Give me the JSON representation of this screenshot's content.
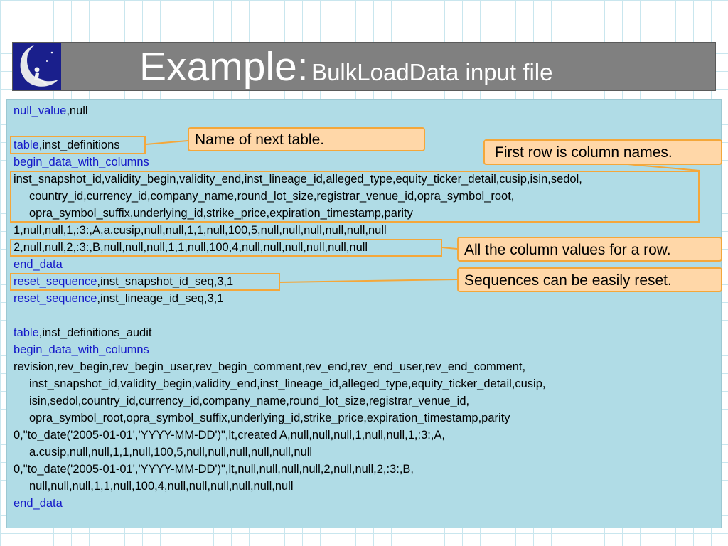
{
  "title": {
    "main": "Example:",
    "sub": "BulkLoadData input file"
  },
  "code_lines": [
    {
      "kw": "null_value",
      "rest": ",null",
      "indent": false
    },
    {
      "kw": "",
      "rest": "",
      "indent": false
    },
    {
      "kw": "table",
      "rest": ",inst_definitions",
      "indent": false
    },
    {
      "kw": "begin_data_with_columns",
      "rest": "",
      "indent": false
    },
    {
      "kw": "",
      "rest": "inst_snapshot_id,validity_begin,validity_end,inst_lineage_id,alleged_type,equity_ticker_detail,cusip,isin,sedol,",
      "indent": false
    },
    {
      "kw": "",
      "rest": "country_id,currency_id,company_name,round_lot_size,registrar_venue_id,opra_symbol_root,",
      "indent": true
    },
    {
      "kw": "",
      "rest": "opra_symbol_suffix,underlying_id,strike_price,expiration_timestamp,parity",
      "indent": true
    },
    {
      "kw": "",
      "rest": "1,null,null,1,:3:,A,a.cusip,null,null,1,1,null,100,5,null,null,null,null,null,null",
      "indent": false
    },
    {
      "kw": "",
      "rest": "2,null,null,2,:3:,B,null,null,null,1,1,null,100,4,null,null,null,null,null,null",
      "indent": false
    },
    {
      "kw": "end_data",
      "rest": "",
      "indent": false
    },
    {
      "kw": "reset_sequence",
      "rest": ",inst_snapshot_id_seq,3,1",
      "indent": false
    },
    {
      "kw": "reset_sequence",
      "rest": ",inst_lineage_id_seq,3,1",
      "indent": false
    },
    {
      "kw": "",
      "rest": "",
      "indent": false
    },
    {
      "kw": "table",
      "rest": ",inst_definitions_audit",
      "indent": false
    },
    {
      "kw": "begin_data_with_columns",
      "rest": "",
      "indent": false
    },
    {
      "kw": "",
      "rest": "revision,rev_begin,rev_begin_user,rev_begin_comment,rev_end,rev_end_user,rev_end_comment,",
      "indent": false
    },
    {
      "kw": "",
      "rest": "inst_snapshot_id,validity_begin,validity_end,inst_lineage_id,alleged_type,equity_ticker_detail,cusip,",
      "indent": true
    },
    {
      "kw": "",
      "rest": "isin,sedol,country_id,currency_id,company_name,round_lot_size,registrar_venue_id,",
      "indent": true
    },
    {
      "kw": "",
      "rest": "opra_symbol_root,opra_symbol_suffix,underlying_id,strike_price,expiration_timestamp,parity",
      "indent": true
    },
    {
      "kw": "",
      "rest": "0,\"to_date('2005-01-01','YYYY-MM-DD')\",lt,created A,null,null,null,1,null,null,1,:3:,A,",
      "indent": false
    },
    {
      "kw": "",
      "rest": "a.cusip,null,null,1,1,null,100,5,null,null,null,null,null,null",
      "indent": true
    },
    {
      "kw": "",
      "rest": "0,\"to_date('2005-01-01','YYYY-MM-DD')\",lt,null,null,null,null,2,null,null,2,:3:,B,",
      "indent": false
    },
    {
      "kw": "",
      "rest": "null,null,null,1,1,null,100,4,null,null,null,null,null,null",
      "indent": true
    },
    {
      "kw": "end_data",
      "rest": "",
      "indent": false
    }
  ],
  "callouts": {
    "next_table": "Name of next table.",
    "column_names": "First row is column names.",
    "row_values": "All the column values for a row.",
    "sequences": "Sequences can be easily reset."
  },
  "colors": {
    "keyword": "#1418c8",
    "highlight": "#f4a73a",
    "callout_fill": "#ffd7a8",
    "panel": "#b0dce6",
    "title_bar": "#808080",
    "logo_bg": "#1a1f8c"
  },
  "icons": {
    "logo": "moon-logo-icon"
  }
}
